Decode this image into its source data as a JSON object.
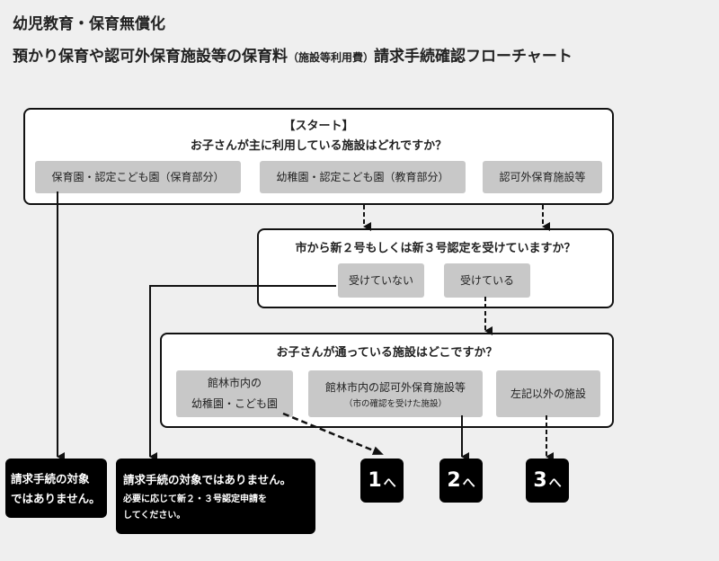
{
  "title": {
    "line1": "幼児教育・保育無償化",
    "line2_main": "預かり保育や認可外保育施設等の保育料",
    "line2_paren": "（施設等利用費）",
    "line2_end": "請求手続確認フローチャート"
  },
  "start": {
    "label": "【スタート】",
    "question": "お子さんが主に利用している施設はどれですか？",
    "options": [
      "保育園・認定こども園（保育部分）",
      "幼稚園・認定こども園（教育部分）",
      "認可外保育施設等"
    ]
  },
  "q2": {
    "question": "市から新２号もしくは新３号認定を受けていますか？",
    "options": [
      "受けていない",
      "受けている"
    ]
  },
  "q3": {
    "question": "お子さんが通っている施設はどこですか？",
    "options": [
      {
        "line1": "館林市内の",
        "line2": "幼稚園・こども園"
      },
      {
        "line1": "館林市内の認可外保育施設等",
        "line2": "（市の確認を受けた施設）"
      },
      {
        "line1": "左記以外の施設",
        "line2": ""
      }
    ]
  },
  "results": {
    "no_claim_1": {
      "line1": "請求手続の対象",
      "line2": "ではありません。"
    },
    "no_claim_2": {
      "line1": "請求手続の対象ではありません。",
      "line2": "必要に応じて新２・３号認定申請を",
      "line3": "してください。"
    },
    "r1": {
      "num": "1",
      "suffix": "へ"
    },
    "r2": {
      "num": "2",
      "suffix": "へ"
    },
    "r3": {
      "num": "3",
      "suffix": "へ"
    }
  }
}
